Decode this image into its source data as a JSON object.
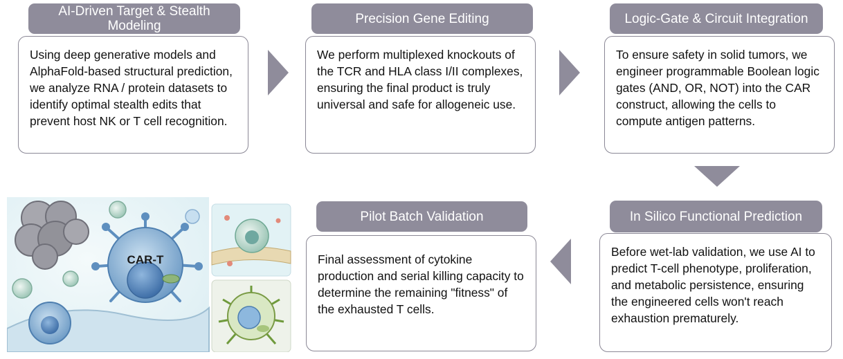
{
  "steps": [
    {
      "title": "AI-Driven Target & Stealth Modeling",
      "body": "Using deep generative models and AlphaFold-based structural prediction, we analyze RNA / protein datasets to identify optimal stealth edits that prevent host NK or T cell recognition."
    },
    {
      "title": "Precision Gene Editing",
      "body": "We perform multiplexed knockouts of the TCR and HLA class I/II complexes, ensuring the final product is truly universal and safe for allogeneic use."
    },
    {
      "title": "Logic-Gate & Circuit Integration",
      "body": "To ensure safety in solid tumors, we engineer programmable Boolean logic gates (AND, OR, NOT) into the CAR construct, allowing the cells to compute antigen patterns."
    },
    {
      "title": "In Silico Functional Prediction",
      "body": "Before wet-lab validation, we use AI to predict T-cell phenotype, proliferation, and metabolic persistence, ensuring the engineered cells won't reach exhaustion prematurely."
    },
    {
      "title": "Pilot Batch Validation",
      "body": "Final assessment of cytokine production and serial killing capacity to determine the remaining \"fitness\" of the exhausted T cells."
    }
  ],
  "illustration": {
    "label": "CAR-T",
    "colors": {
      "cell_body": "#7fa6c9",
      "nucleus": "#4f7fb5",
      "tumor": "#9a9aa2",
      "background": "#e8f3f6"
    }
  },
  "colors": {
    "header_bg": "#8f8c9b",
    "box_border": "#8a8795",
    "arrow": "#8f8c9b"
  }
}
